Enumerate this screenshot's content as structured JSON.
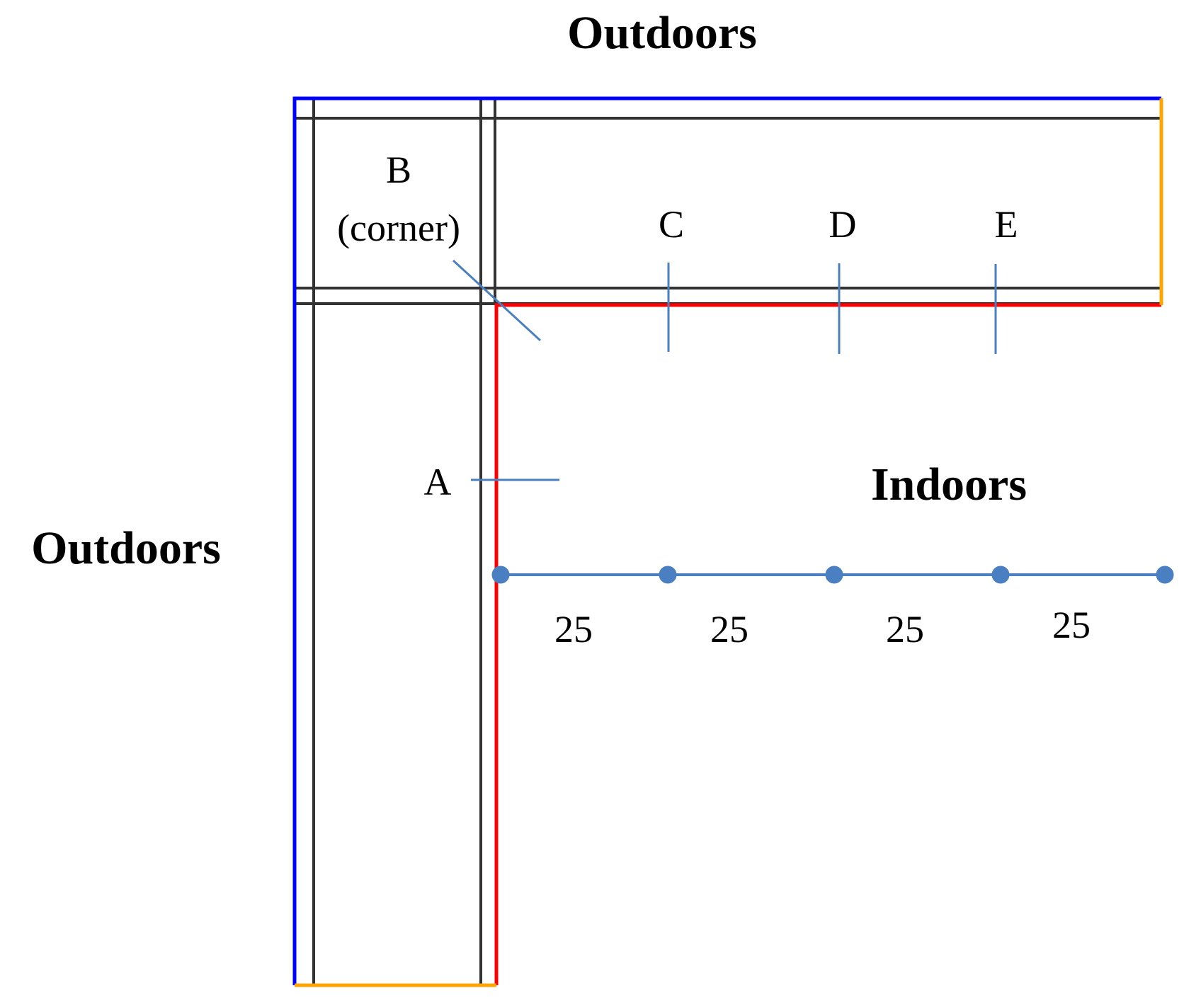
{
  "regions": {
    "outdoors_top": "Outdoors",
    "outdoors_left": "Outdoors",
    "indoors": "Indoors"
  },
  "points": {
    "A": "A",
    "B": "B",
    "B_note": "(corner)",
    "C": "C",
    "D": "D",
    "E": "E"
  },
  "distances": [
    "25",
    "25",
    "25",
    "25"
  ],
  "colors": {
    "exterior_surface": "#0000ff",
    "interior_surface": "#ff0000",
    "adiabatic_cut": "#ffa500",
    "wall_layer": "#333333",
    "measurement": "#4a7fc1"
  }
}
